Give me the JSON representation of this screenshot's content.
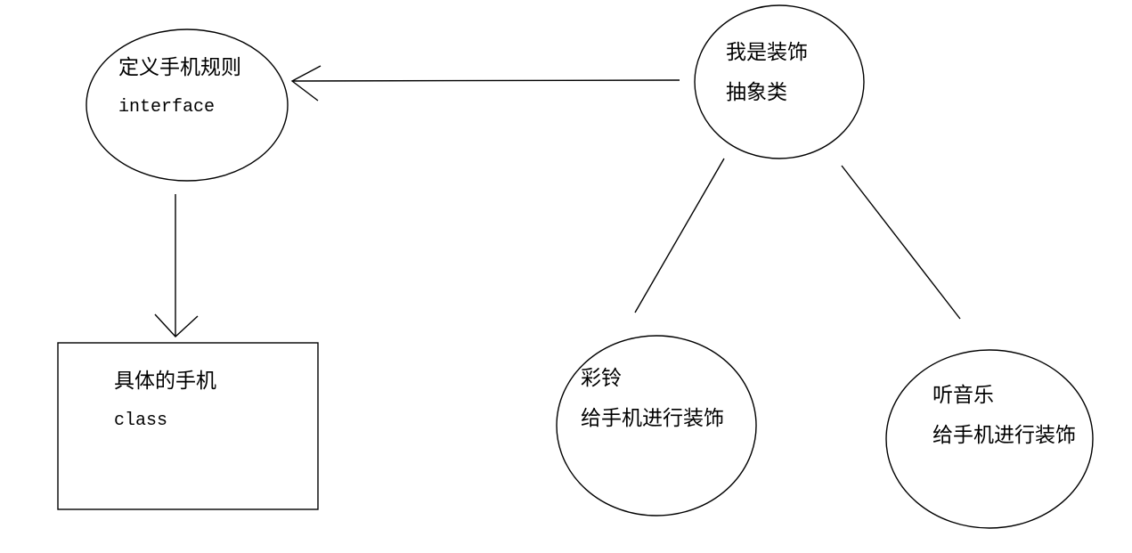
{
  "canvas": {
    "background_color": "#ffffff",
    "stroke_color": "#000000",
    "text_color": "#000000"
  },
  "nodes": {
    "interface": {
      "shape": "ellipse",
      "line1": "定义手机规则",
      "line2": "interface"
    },
    "decorator": {
      "shape": "ellipse",
      "line1": "我是装饰",
      "line2": "抽象类"
    },
    "phone": {
      "shape": "rect",
      "line1": "具体的手机",
      "line2": "class"
    },
    "ringtone": {
      "shape": "ellipse",
      "line1": "彩铃",
      "line2": "给手机进行装饰"
    },
    "music": {
      "shape": "ellipse",
      "line1": "听音乐",
      "line2": "给手机进行装饰"
    }
  },
  "edges": [
    {
      "from": "decorator",
      "to": "interface",
      "style": "open-arrow"
    },
    {
      "from": "interface",
      "to": "phone",
      "style": "open-arrow"
    },
    {
      "from": "decorator",
      "to": "ringtone",
      "style": "plain-line"
    },
    {
      "from": "decorator",
      "to": "music",
      "style": "plain-line"
    }
  ]
}
